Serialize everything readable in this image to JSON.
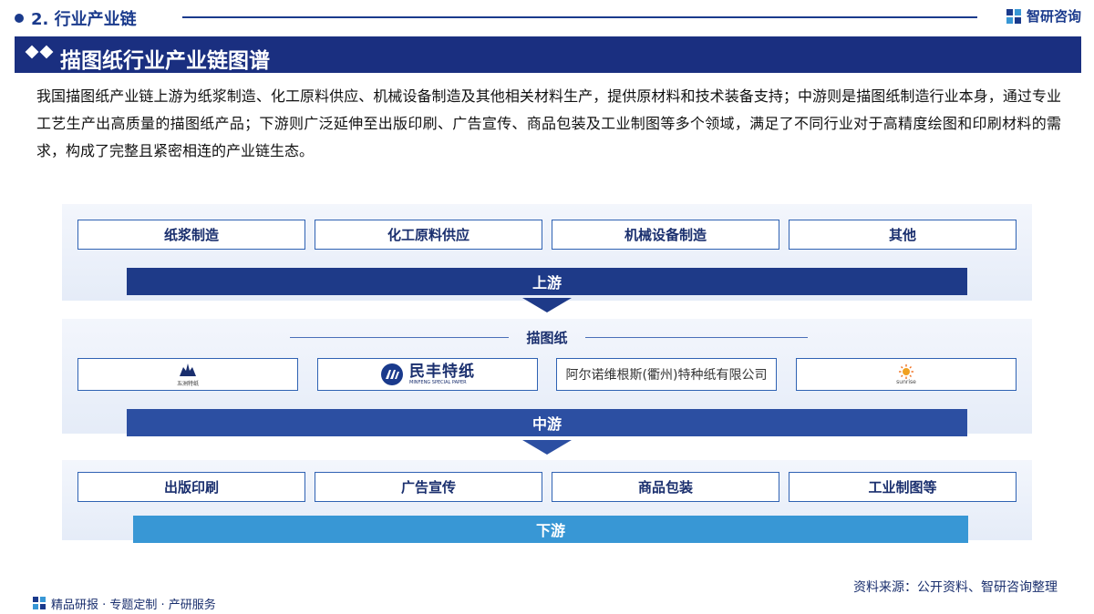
{
  "header": {
    "section": "2. 行业产业链",
    "brand": "智研咨询"
  },
  "title": "描图纸行业产业链图谱",
  "intro": "我国描图纸产业链上游为纸浆制造、化工原料供应、机械设备制造及其他相关材料生产，提供原材料和技术装备支持；中游则是描图纸制造行业本身，通过专业工艺生产出高质量的描图纸产品；下游则广泛延伸至出版印刷、广告宣传、商品包装及工业制图等多个领域，满足了不同行业对于高精度绘图和印刷材料的需求，构成了完整且紧密相连的产业链生态。",
  "upstream": {
    "items": [
      "纸浆制造",
      "化工原料供应",
      "机械设备制造",
      "其他"
    ],
    "label": "上游"
  },
  "midstream": {
    "title": "描图纸",
    "companies": [
      {
        "logo": "wuzhou-logo",
        "caption": "五洲特纸"
      },
      {
        "logo": "minfeng-logo",
        "name": "民丰特纸",
        "en": "MINFENG SPECIAL PAPER"
      },
      {
        "logo": "text",
        "name": "阿尔诺维根斯(衢州)特种纸有限公司"
      },
      {
        "logo": "sunrise-logo",
        "caption": "sunrise"
      }
    ],
    "label": "中游"
  },
  "downstream": {
    "items": [
      "出版印刷",
      "广告宣传",
      "商品包装",
      "工业制图等"
    ],
    "label": "下游"
  },
  "footer": {
    "source": "资料来源：公开资料、智研咨询整理",
    "tagline": "精品研报 · 专题定制 · 产研服务"
  },
  "colors": {
    "navy": "#1a2f80",
    "upstream_bar": "#1e3a88",
    "midstream_bar": "#2c4fa2",
    "downstream_bar": "#3897d5"
  }
}
